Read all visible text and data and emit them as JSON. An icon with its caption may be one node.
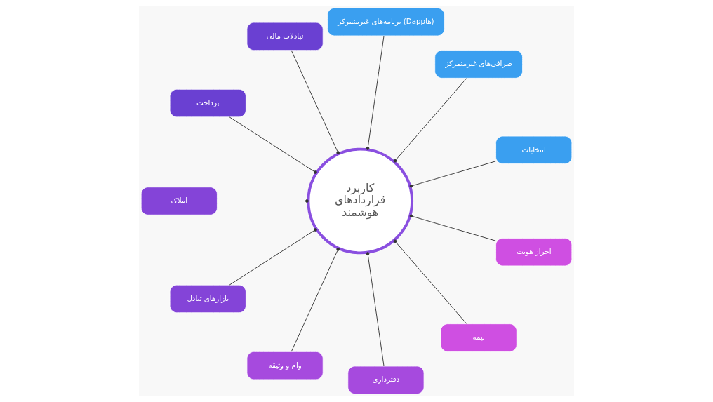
{
  "diagram": {
    "nodes": [
      {
        "text": [
          "کاربرد قراردادهای هوشمند"
        ]
      },
      {
        "text": [
          "انتخابات"
        ]
      },
      {
        "text": [
          "صرافی‌های غیرمتمرکز"
        ]
      },
      {
        "text": [
          "برنامه‌های غیرمتمرکز (Dappها)"
        ]
      },
      {
        "text": [
          "تبادلات مالی"
        ]
      },
      {
        "text": [
          "پرداخت"
        ]
      },
      {
        "text": [
          "املاک"
        ]
      },
      {
        "text": [
          "بازارهای تبادل"
        ]
      },
      {
        "text": [
          "وام و وثیقه"
        ]
      },
      {
        "text": [
          "دفترداری"
        ]
      },
      {
        "text": [
          "بیمه"
        ]
      },
      {
        "text": [
          "احراز هویت"
        ]
      }
    ],
    "edges": [
      {
        "from": 0,
        "to": 1,
        "arrow": "other"
      },
      {
        "from": 0,
        "to": 2,
        "arrow": "other"
      },
      {
        "from": 0,
        "to": 3,
        "arrow": "other"
      },
      {
        "from": 0,
        "to": 4,
        "arrow": "other"
      },
      {
        "from": 0,
        "to": 5,
        "arrow": "other"
      },
      {
        "from": 0,
        "to": 6,
        "arrow": "other"
      },
      {
        "from": 0,
        "to": 7,
        "arrow": "other"
      },
      {
        "from": 0,
        "to": 8,
        "arrow": "other"
      },
      {
        "from": 0,
        "to": 9,
        "arrow": "other"
      },
      {
        "from": 0,
        "to": 10,
        "arrow": "other"
      },
      {
        "from": 0,
        "to": 11,
        "arrow": "other"
      }
    ]
  }
}
